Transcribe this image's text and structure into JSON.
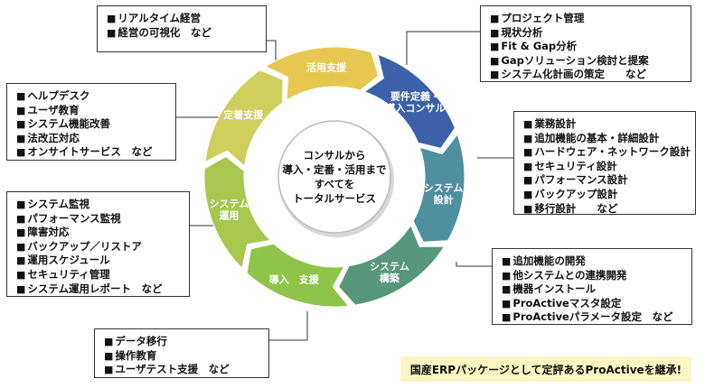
{
  "segments": [
    {
      "key": "requirements",
      "lines": [
        "要件定義・",
        "導入コンサル"
      ],
      "color": "#3b62a8"
    },
    {
      "key": "design",
      "lines": [
        "システム",
        "設計"
      ],
      "color": "#4f8fa0"
    },
    {
      "key": "build",
      "lines": [
        "システム",
        "構築"
      ],
      "color": "#57967a"
    },
    {
      "key": "deploy",
      "lines": [
        "導入　支援"
      ],
      "color": "#8fc44a"
    },
    {
      "key": "operation",
      "lines": [
        "システム",
        "運用"
      ],
      "color": "#a8c74f"
    },
    {
      "key": "establish",
      "lines": [
        "定着支援"
      ],
      "color": "#cfcf5d"
    },
    {
      "key": "utilize",
      "lines": [
        "活用支援"
      ],
      "color": "#e7c750"
    }
  ],
  "center": {
    "lines": [
      "コンサルから",
      "導入・定番・活用まで",
      "すべてを",
      "トータルサービス"
    ]
  },
  "boxes": {
    "utilize": {
      "items": [
        "リアルタイム経営",
        "経営の可視化　など"
      ]
    },
    "requirements": {
      "items": [
        "プロジェクト管理",
        "現状分析",
        "Fit & Gap分析",
        "Gapソリューション検討と提案",
        "システム化計画の策定　　など"
      ]
    },
    "establish": {
      "items": [
        "ヘルプデスク",
        "ユーザ教育",
        "システム機能改善",
        "法改正対応",
        "オンサイトサービス　など"
      ]
    },
    "design": {
      "items": [
        "業務設計",
        "追加機能の基本・詳細設計",
        "ハードウェア・ネットワーク設計",
        "セキュリティ設計",
        "パフォーマンス設計",
        "バックアップ設計",
        "移行設計　　など"
      ]
    },
    "operation": {
      "items": [
        "システム監視",
        "パフォーマンス監視",
        "障害対応",
        "バックアップ／リストア",
        "運用スケジュール",
        "セキュリティ管理",
        "システム運用レポート　など"
      ]
    },
    "build": {
      "items": [
        "追加機能の開発",
        "他システムとの連携開発",
        "機器インストール",
        "ProActiveマスタ設定",
        "ProActiveパラメータ設定　など"
      ]
    },
    "deploy": {
      "items": [
        "データ移行",
        "操作教育",
        "ユーザテスト支援　など"
      ]
    }
  },
  "banner": {
    "text": "国産ERPパッケージとして定評あるProActiveを継承!"
  }
}
